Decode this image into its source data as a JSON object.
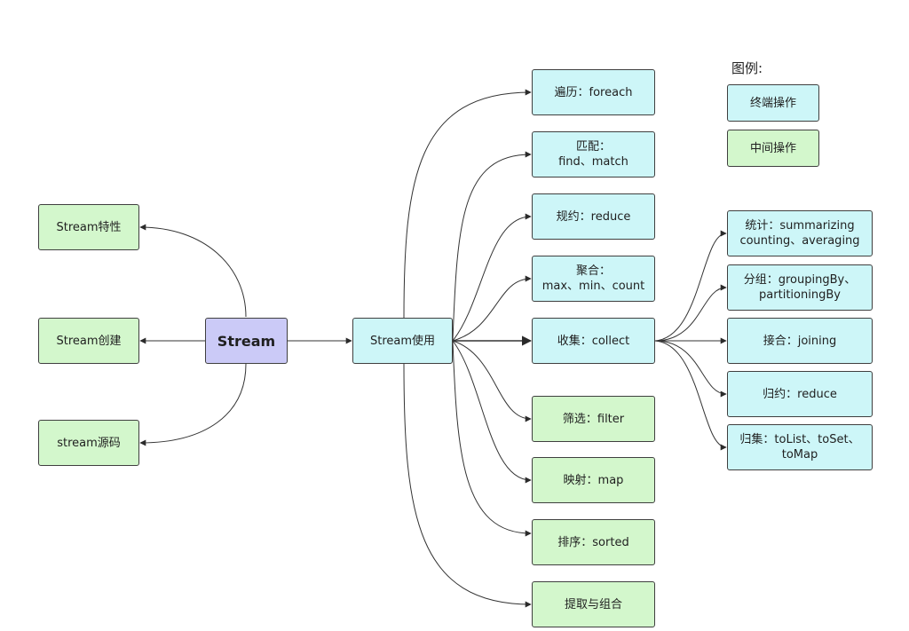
{
  "legend": {
    "title": "图例:",
    "terminal": "终端操作",
    "intermediate": "中间操作",
    "colors": {
      "terminal": "#cdf6f8",
      "intermediate": "#d3f7cc",
      "root": "#cbcaf7"
    }
  },
  "nodes": {
    "stream": "Stream",
    "features": "Stream特性",
    "create": "Stream创建",
    "source": "stream源码",
    "usage": "Stream使用",
    "foreach": "遍历：foreach",
    "match": "匹配：\nfind、match",
    "reduce": "规约：reduce",
    "aggregate": "聚合：\nmax、min、count",
    "collect": "收集：collect",
    "filter": "筛选：filter",
    "map": "映射：map",
    "sorted": "排序：sorted",
    "extract": "提取与组合",
    "summarizing": "统计：summarizing\ncounting、averaging",
    "grouping": "分组：groupingBy、\npartitioningBy",
    "joining": "接合：joining",
    "reduce2": "归约：reduce",
    "toCollection": "归集：toList、toSet、\ntoMap"
  }
}
